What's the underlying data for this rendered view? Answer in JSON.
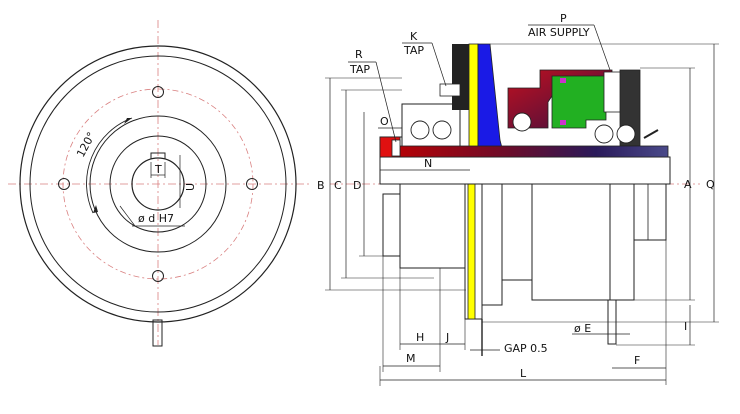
{
  "colors": {
    "line": "#222222",
    "centerline": "#d98080",
    "yellow": "#ffff00",
    "blue": "#1a1ae6",
    "green": "#22b022",
    "red": "#e01010",
    "magenta": "#cc33cc",
    "dark_red": "#7a1010",
    "navy": "#1e1e6e"
  },
  "front_view": {
    "angle": "120°",
    "bore": "ø d H7",
    "key_width": "T",
    "key_height": "U"
  },
  "callouts": {
    "r": "R",
    "r_sub": "TAP",
    "k": "K",
    "k_sub": "TAP",
    "p": "P",
    "p_sub": "AIR SUPPLY"
  },
  "dimensions": {
    "o": "O",
    "n": "N",
    "b": "B",
    "c": "C",
    "d": "D",
    "a": "A",
    "q": "Q",
    "i": "I",
    "h": "H",
    "j": "J",
    "m": "M",
    "gap": "GAP 0.5",
    "e": "ø E",
    "f": "F",
    "l": "L"
  }
}
